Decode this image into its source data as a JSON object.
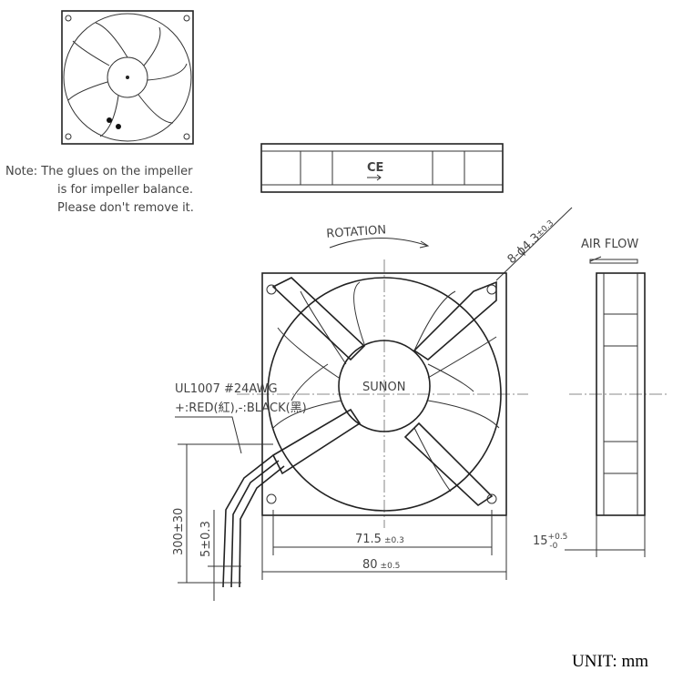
{
  "note": {
    "line1": "Note:  The glues on the impeller",
    "line2": "is for impeller balance.",
    "line3": "Please don't remove it."
  },
  "labels": {
    "rotation": "ROTATION",
    "mount_holes": "8-ϕ4.3",
    "mount_holes_tol": "±0.3",
    "air_flow": "AIR FLOW",
    "brand": "SUNON",
    "ce_mark": "CE",
    "wire_spec": "UL1007  #24AWG",
    "wire_colors": "+:RED(紅),-:BLACK(黑)"
  },
  "dimensions": {
    "hole_pitch": "71.5",
    "hole_pitch_tol": "±0.3",
    "width": "80",
    "width_tol": "±0.5",
    "lead_length": "300±30",
    "strip_length": "5±0.3",
    "thickness": "15",
    "thickness_tol_upper": "+0.5",
    "thickness_tol_lower": "-0"
  },
  "unit": "UNIT: mm"
}
